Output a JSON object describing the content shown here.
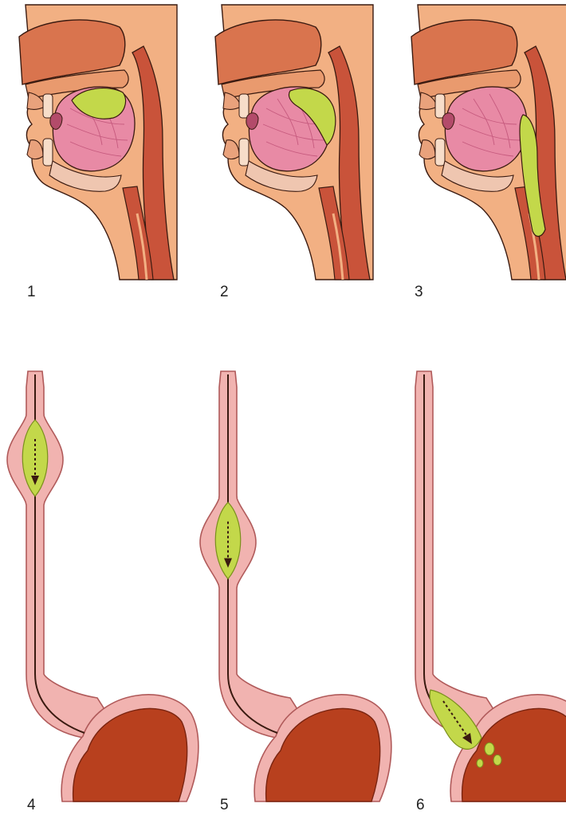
{
  "figure": {
    "panels": [
      {
        "id": "p1",
        "label": "1",
        "stage": "mouth",
        "bolus": "on-tongue"
      },
      {
        "id": "p2",
        "label": "2",
        "stage": "mouth",
        "bolus": "back-of-tongue"
      },
      {
        "id": "p3",
        "label": "3",
        "stage": "mouth",
        "bolus": "pharynx"
      },
      {
        "id": "p4",
        "label": "4",
        "stage": "esophagus",
        "bolus_fraction": 0.3
      },
      {
        "id": "p5",
        "label": "5",
        "stage": "esophagus",
        "bolus_fraction": 0.58
      },
      {
        "id": "p6",
        "label": "6",
        "stage": "esophagus",
        "bolus_fraction": 0.92
      }
    ],
    "colors": {
      "skin": "#f2b083",
      "skin_dark": "#e08a5c",
      "lip": "#d4705a",
      "muscle": "#c9533a",
      "muscle_dark": "#9a3322",
      "tongue": "#e88aa5",
      "tongue_line": "#c65a7e",
      "bolus": "#c3d84a",
      "bolus_line": "#7a8f1c",
      "tooth": "#f7ddc9",
      "esophagus": "#f1b3b0",
      "esophagus_line": "#b05a5a",
      "stomach": "#b8401e",
      "stomach_dark": "#7a2410",
      "outline": "#3a1a10"
    }
  }
}
